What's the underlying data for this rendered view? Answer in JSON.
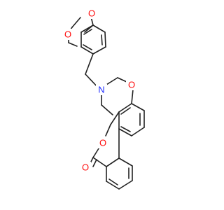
{
  "molecule": {
    "atoms": [
      {
        "id": "O1",
        "label": "O",
        "color": "#ff0d0d"
      },
      {
        "id": "O2",
        "label": "O",
        "color": "#ff0d0d"
      },
      {
        "id": "N1",
        "label": "N",
        "color": "#1f2cff"
      },
      {
        "id": "O3",
        "label": "O",
        "color": "#ff0d0d"
      },
      {
        "id": "O4",
        "label": "O",
        "color": "#ff0d0d"
      },
      {
        "id": "O5",
        "label": "O",
        "color": "#ff0d0d"
      }
    ],
    "bond_color": "#222222"
  }
}
